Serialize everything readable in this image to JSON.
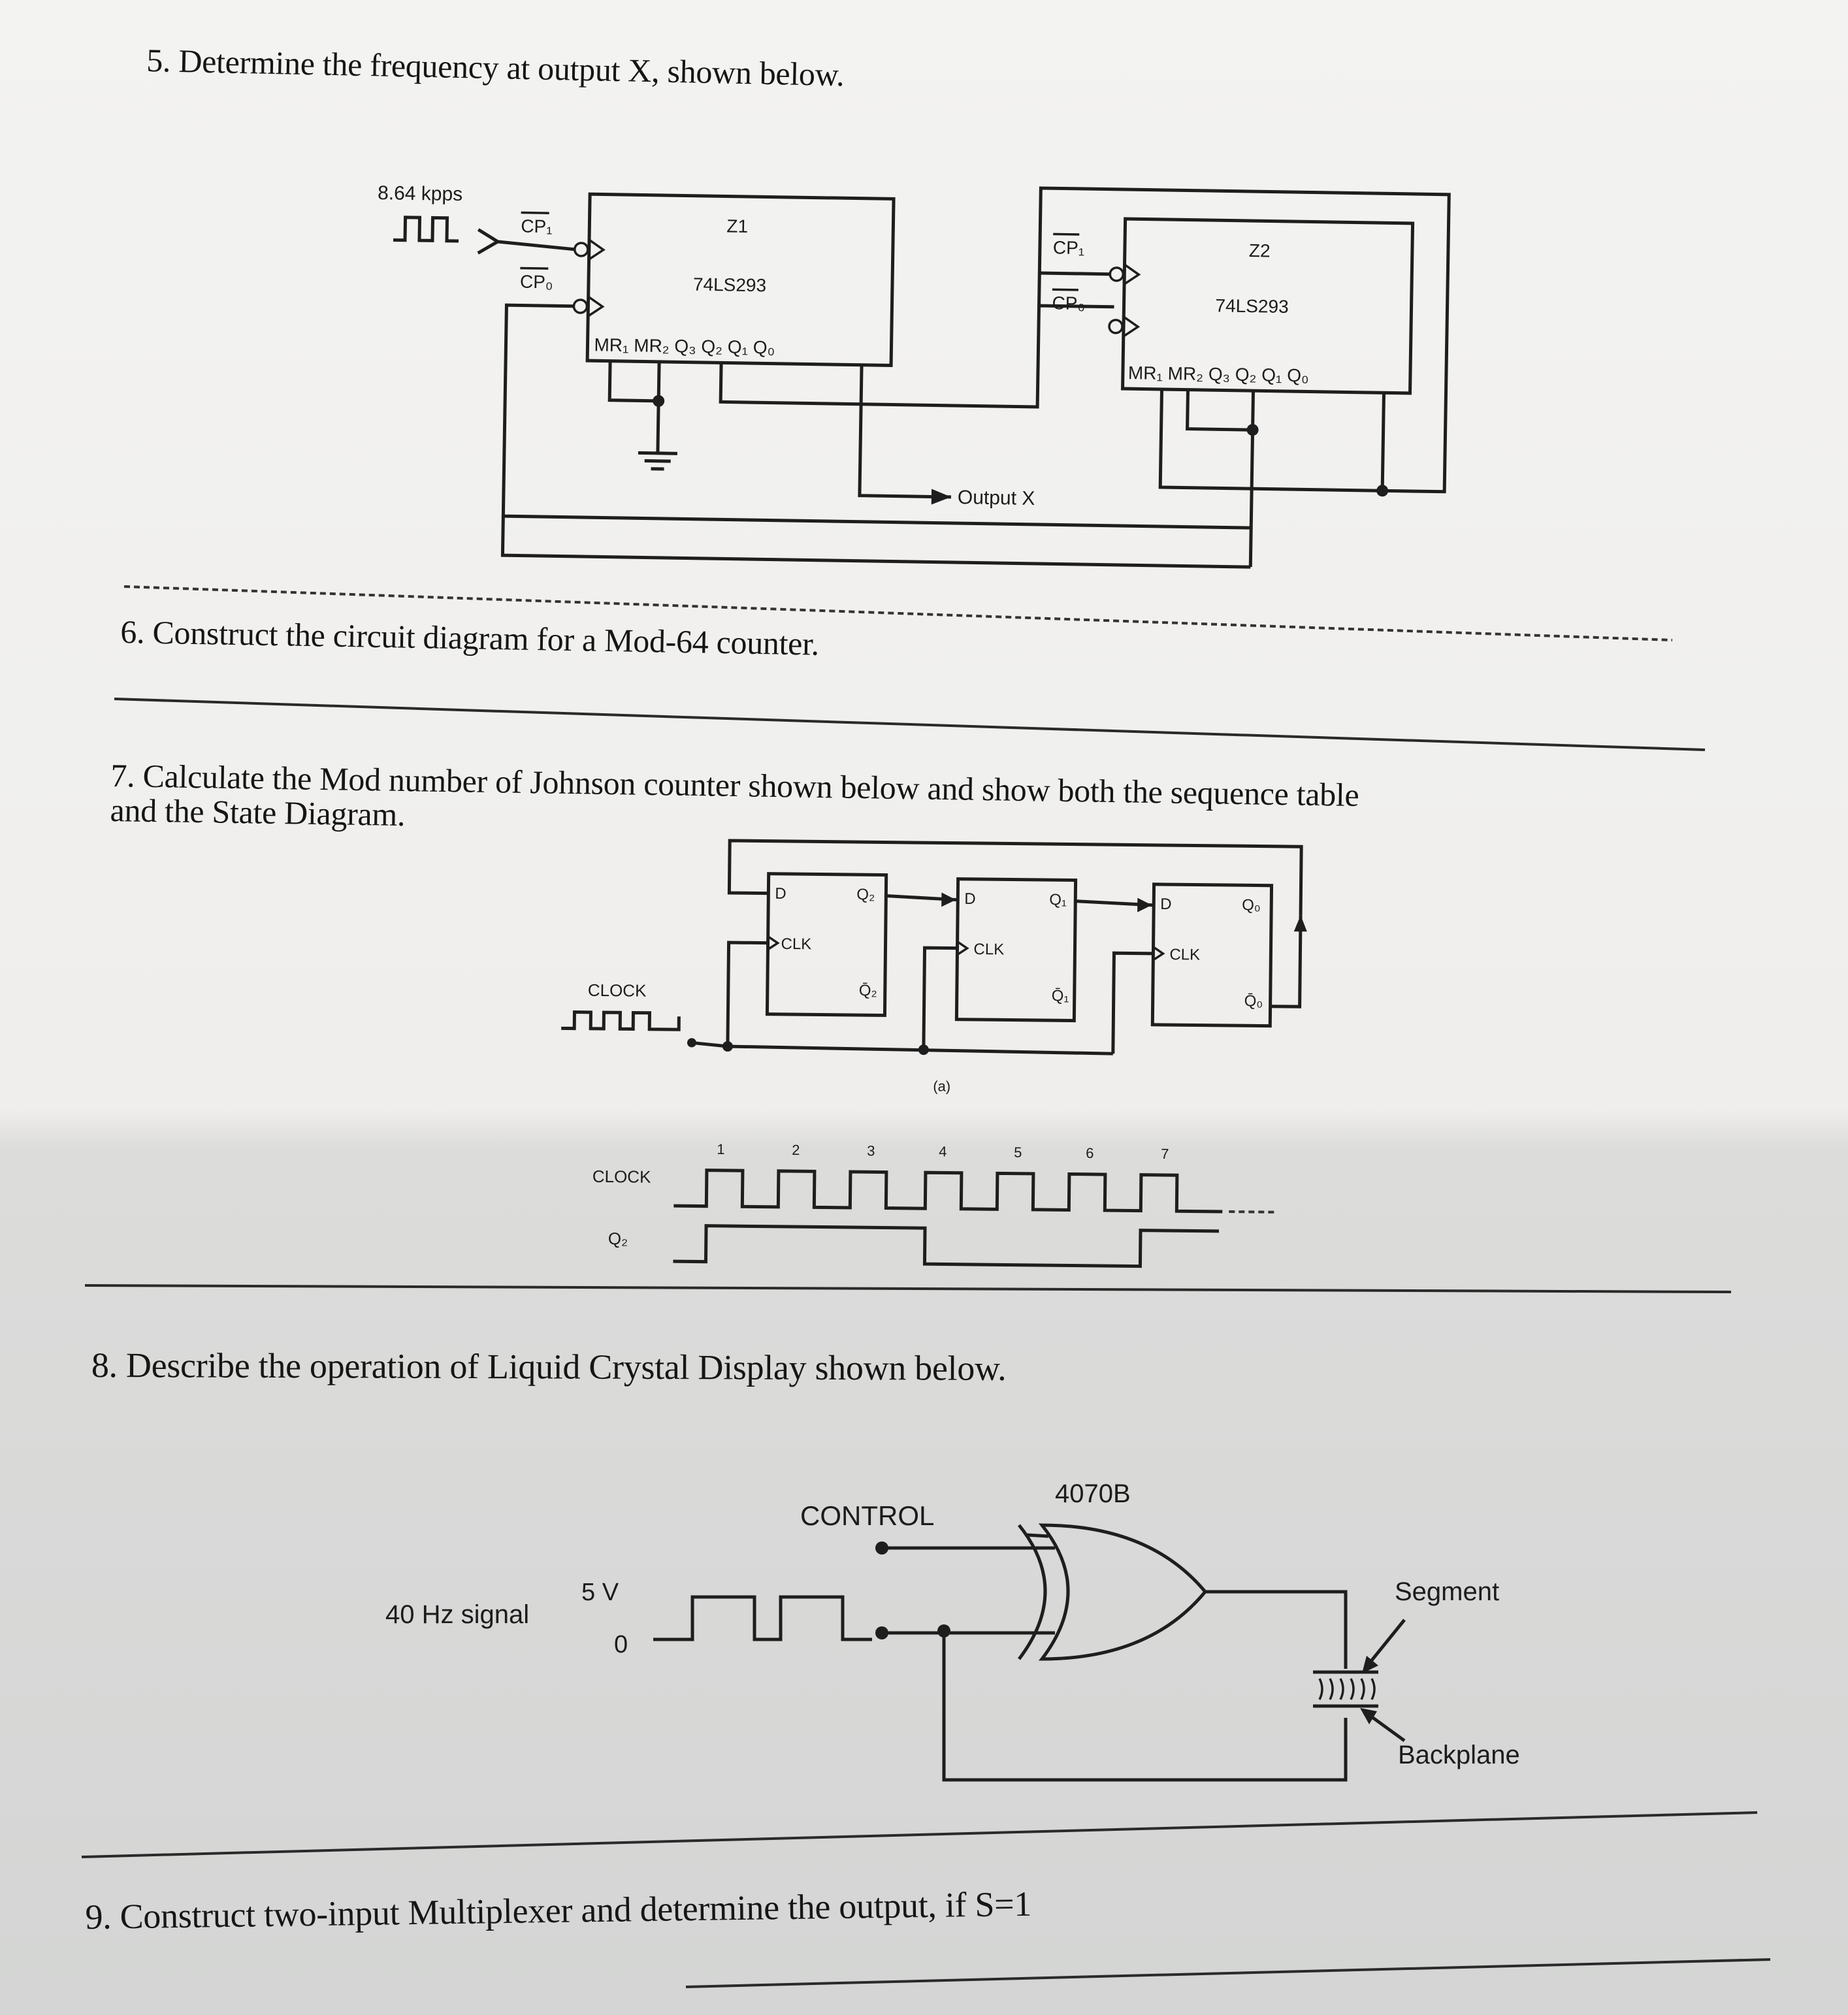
{
  "questions": [
    {
      "number": "5.",
      "text": "Determine the frequency at output X, shown below."
    },
    {
      "number": "6.",
      "text": "Construct the circuit diagram for a Mod-64 counter."
    },
    {
      "number": "7.",
      "text": "Calculate the Mod number of Johnson counter shown below and show both the sequence table",
      "text_line2": "and the State Diagram."
    },
    {
      "number": "8.",
      "text": "Describe the operation of Liquid Crystal Display shown below."
    },
    {
      "number": "9.",
      "text": "Construct two-input Multiplexer and determine the output, if S=1"
    }
  ],
  "fig5": {
    "input_rate": "8.64 kpps",
    "z1": {
      "name": "Z1",
      "part": "74LS293",
      "cp1": "CP₁",
      "cp0": "CP₀",
      "pins": "MR₁ MR₂ Q₃  Q₂  Q₁  Q₀"
    },
    "z2": {
      "name": "Z2",
      "part": "74LS293",
      "cp1": "CP₁",
      "cp0": "CP₀",
      "pins": "MR₁ MR₂ Q₃  Q₂  Q₁  Q₀"
    },
    "output": "Output X"
  },
  "fig7": {
    "d": "D",
    "clk": "CLK",
    "q2": "Q₂",
    "q2bar": "Q̄₂",
    "q1": "Q₁",
    "q1bar": "Q̄₁",
    "q0": "Q₀",
    "q0bar": "Q̄₀",
    "clock": "CLOCK",
    "caption": "(a)",
    "timing_clock": "CLOCK",
    "timing_q2": "Q₂",
    "pulse_numbers": [
      "1",
      "2",
      "3",
      "4",
      "5",
      "6",
      "7"
    ]
  },
  "fig8": {
    "gate": "4070B",
    "control": "CONTROL",
    "signal": "40 Hz signal",
    "v_high": "5 V",
    "v_low": "0",
    "segment": "Segment",
    "backplane": "Backplane"
  }
}
